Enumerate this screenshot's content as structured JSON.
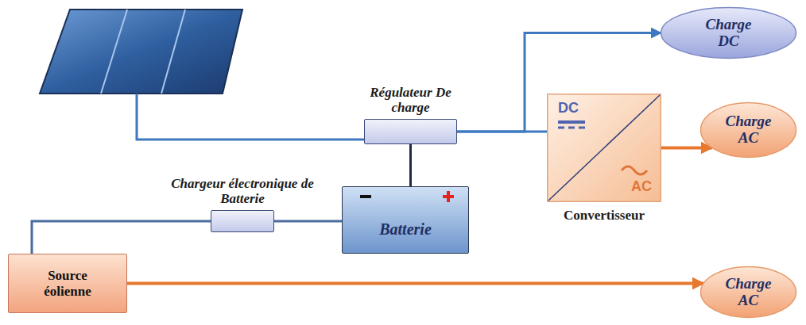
{
  "diagram": {
    "nodes": [
      {
        "text": [
          "Régulateur De charge"
        ]
      },
      {
        "text": [
          "Charge DC"
        ]
      },
      {
        "text": [
          "DC",
          "AC",
          "Convertisseur"
        ]
      },
      {
        "text": [
          "Charge AC"
        ]
      },
      {
        "text": [
          "Chargeur électronique de Batterie"
        ]
      },
      {
        "text": [
          "Batterie"
        ]
      },
      {
        "text": [
          "Source éolienne"
        ]
      },
      {
        "text": [
          "Charge AC"
        ]
      }
    ],
    "edges": [
      {
        "from": 0,
        "to": 1,
        "arrow": "to"
      },
      {
        "from": 0,
        "to": 2,
        "arrow": "none"
      },
      {
        "from": 0,
        "to": 5,
        "arrow": "none"
      },
      {
        "from": 2,
        "to": 3,
        "arrow": "to"
      },
      {
        "from": 6,
        "to": 4,
        "arrow": "none"
      },
      {
        "from": 4,
        "to": 5,
        "arrow": "none"
      },
      {
        "from": 6,
        "to": 7,
        "arrow": "to"
      }
    ]
  }
}
